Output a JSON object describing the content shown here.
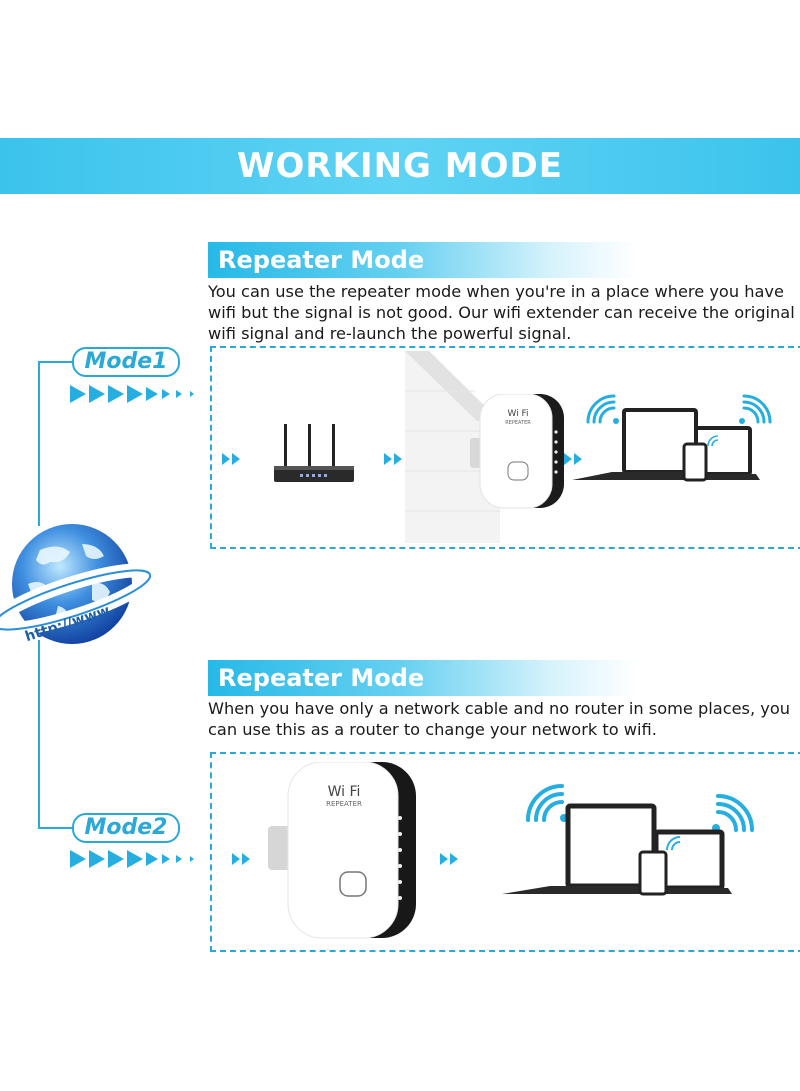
{
  "banner": {
    "title": "WORKING MODE"
  },
  "section1": {
    "heading": "Repeater Mode",
    "lines": [
      "You can use the repeater mode when you're in a place where you have",
      "wifi but the signal is not good. Our wifi extender can receive the original",
      "wifi signal and re-launch the powerful signal."
    ],
    "mode_label": "Mode1"
  },
  "section2": {
    "heading": "Repeater Mode",
    "lines": [
      "When you have only a network cable and no router in some places, you",
      "can use this as a router to change your network to wifi."
    ],
    "mode_label": "Mode2"
  },
  "globe": {
    "url_text": "http://www."
  },
  "device": {
    "brand": "Wi Fi",
    "model": "REPEATER"
  },
  "colors": {
    "accent": "#2ba9d6",
    "banner": "#3cc3ec",
    "wifi": "#27aee0"
  }
}
